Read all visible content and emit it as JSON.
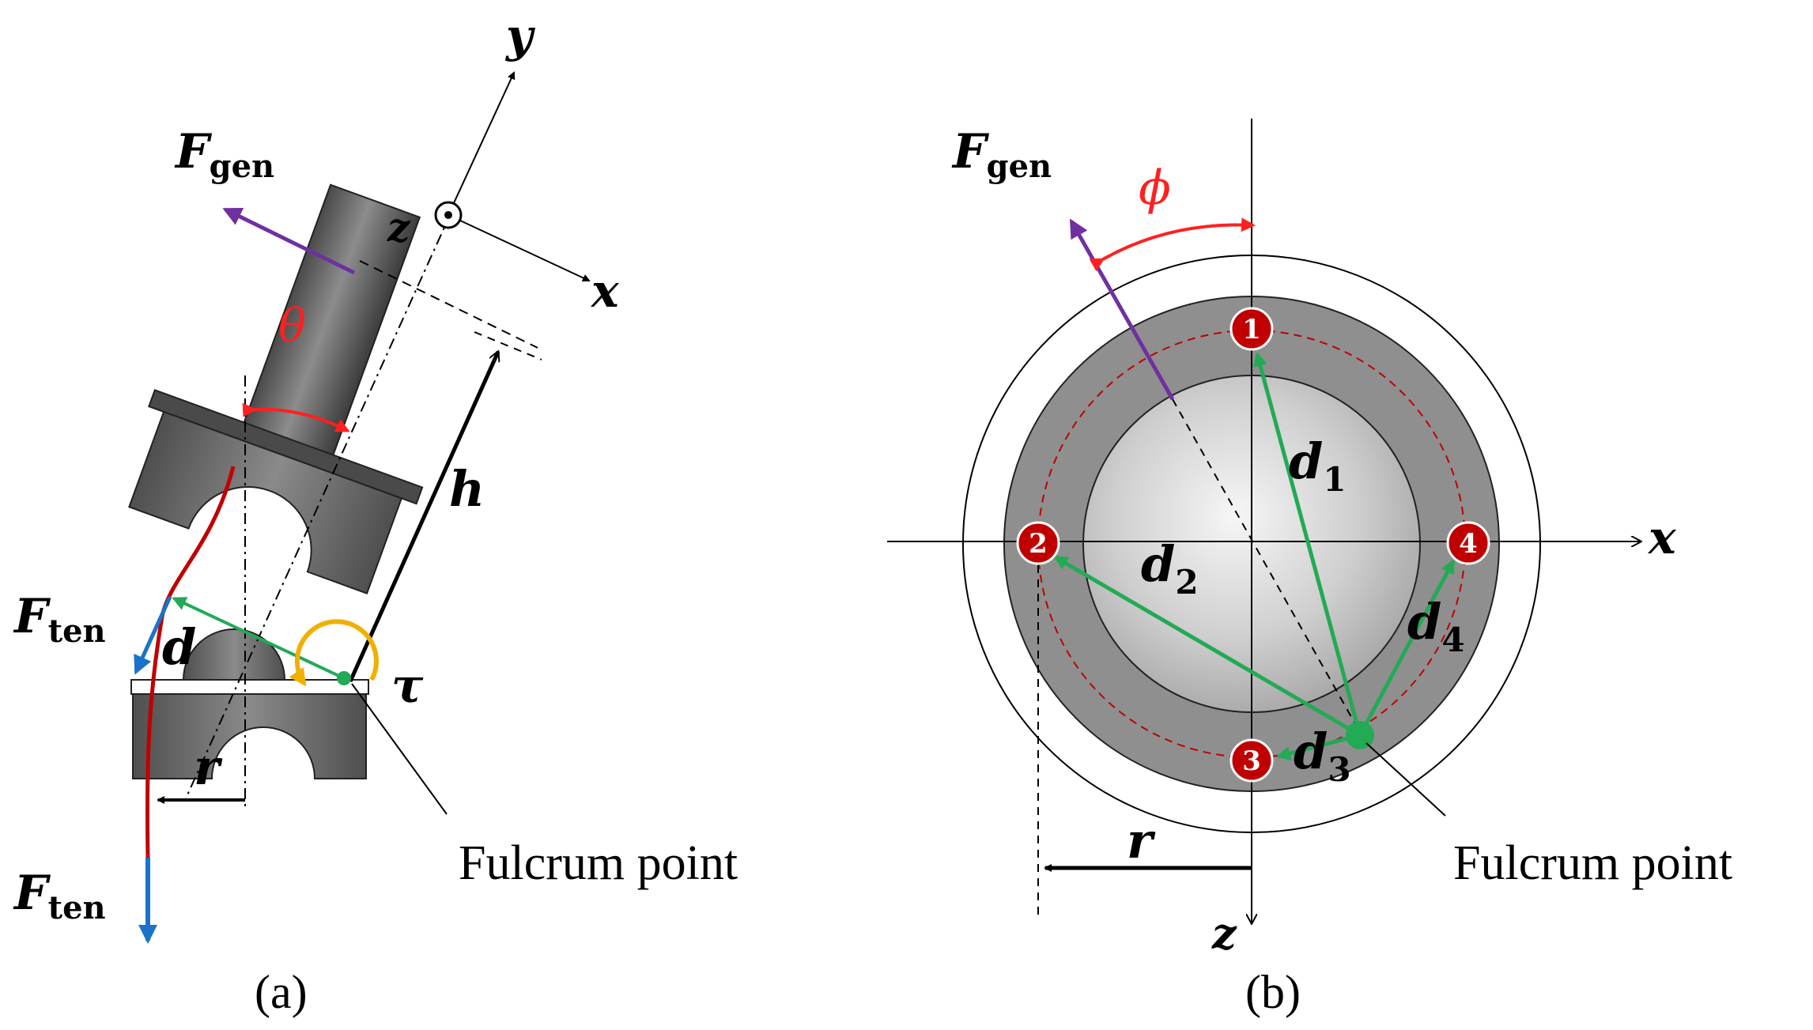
{
  "panel_a": {
    "caption": "(a)",
    "axis_y": "y",
    "axis_x": "x",
    "axis_z": "z",
    "f_gen_main": "F",
    "f_gen_sub": "gen",
    "f_ten_main": "F",
    "f_ten_sub": "ten",
    "theta": "θ",
    "h": "h",
    "d": "d",
    "tau": "τ",
    "r": "r",
    "fulcrum": "Fulcrum point"
  },
  "panel_b": {
    "caption": "(b)",
    "axis_x": "x",
    "axis_z": "z",
    "f_gen_main": "F",
    "f_gen_sub": "gen",
    "phi": "ϕ",
    "d_main": "d",
    "d1_sub": "1",
    "d2_sub": "2",
    "d3_sub": "3",
    "d4_sub": "4",
    "r": "r",
    "fulcrum": "Fulcrum point",
    "markers": [
      "1",
      "2",
      "3",
      "4"
    ]
  },
  "colors": {
    "gray_dark": "#5a5a5a",
    "gray_light": "#9a9a9a",
    "red": "#c00000",
    "green": "#22aa55",
    "blue": "#1a73c8",
    "purple": "#7030a0",
    "orange": "#f0b000",
    "red_label": "#ff2020"
  }
}
